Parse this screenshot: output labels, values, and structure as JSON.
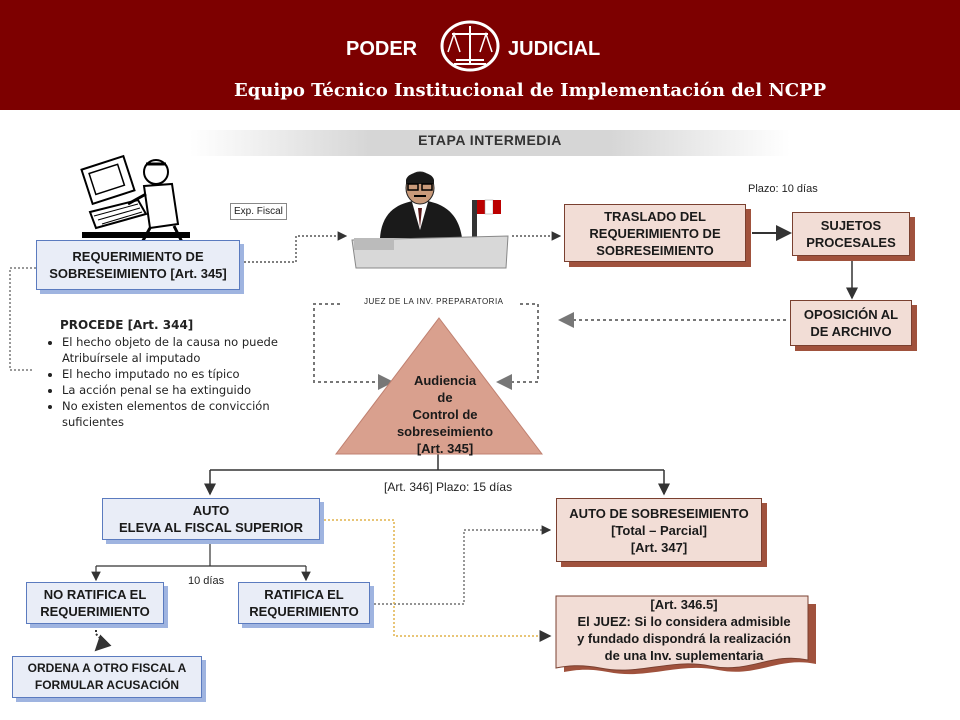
{
  "header": {
    "brand_left": "PODER",
    "brand_right": "JUDICIAL",
    "subtitle": "Equipo Técnico Institucional de Implementación del NCPP",
    "logo_icon": "scales-of-justice-icon",
    "background": "#7d0000"
  },
  "stage_title": "ETAPA INTERMEDIA",
  "clipart": {
    "clerk_icon": "person-at-computer-icon",
    "judge_icon": "judge-at-desk-icon",
    "judge_caption": "JUEZ DE LA INV. PREPARATORIA"
  },
  "labels": {
    "exp_fiscal": "Exp. Fiscal",
    "plazo_10": "Plazo: 10 días",
    "plazo_346": "[Art. 346] Plazo: 15 días",
    "dias_10": "10 días"
  },
  "requerimiento": {
    "line1": "REQUERIMIENTO DE",
    "line2": "SOBRESEIMIENTO [Art. 345]"
  },
  "procede": {
    "title": "PROCEDE [Art. 344]",
    "items": [
      "El hecho objeto de la causa no puede Atribuírsele al imputado",
      "El hecho imputado no es típico",
      "La acción penal se ha extinguido",
      "No existen  elementos de convicción suficientes"
    ]
  },
  "traslado": {
    "line1": "TRASLADO DEL",
    "line2": "REQUERIMIENTO DE",
    "line3": "SOBRESEIMIENTO"
  },
  "sujetos": {
    "line1": "SUJETOS",
    "line2": "PROCESALES"
  },
  "oposicion": {
    "line1": "OPOSICIÓN AL",
    "line2": "DE ARCHIVO"
  },
  "audiencia": {
    "line1": "Audiencia",
    "line2": "de",
    "line3": "Control de",
    "line4": "sobreseimiento",
    "line5": "[Art. 345]"
  },
  "auto_eleva": {
    "line1": "AUTO",
    "line2": "ELEVA AL FISCAL SUPERIOR"
  },
  "auto_sobreseimiento": {
    "line1": "AUTO DE SOBRESEIMIENTO",
    "line2": "[Total – Parcial]",
    "line3": "[Art. 347]"
  },
  "no_ratifica": {
    "line1": "NO RATIFICA EL",
    "line2": "REQUERIMIENTO"
  },
  "ratifica": {
    "line1": "RATIFICA EL",
    "line2": "REQUERIMIENTO"
  },
  "ordena": {
    "line1": "ORDENA A OTRO FISCAL A",
    "line2": "FORMULAR ACUSACIÓN"
  },
  "art_3465": {
    "line1": "[Art. 346.5]",
    "line2": "El JUEZ: Si lo considera admisible",
    "line3": "y fundado dispondrá la realización",
    "line4": "de una Inv. suplementaria"
  },
  "colors": {
    "blue_box_bg": "#e9edf7",
    "blue_box_border": "#5b7bbf",
    "pink_box_bg": "#f2ddd6",
    "pink_box_shadow": "#a0523d",
    "triangle": "#d9a08e"
  }
}
